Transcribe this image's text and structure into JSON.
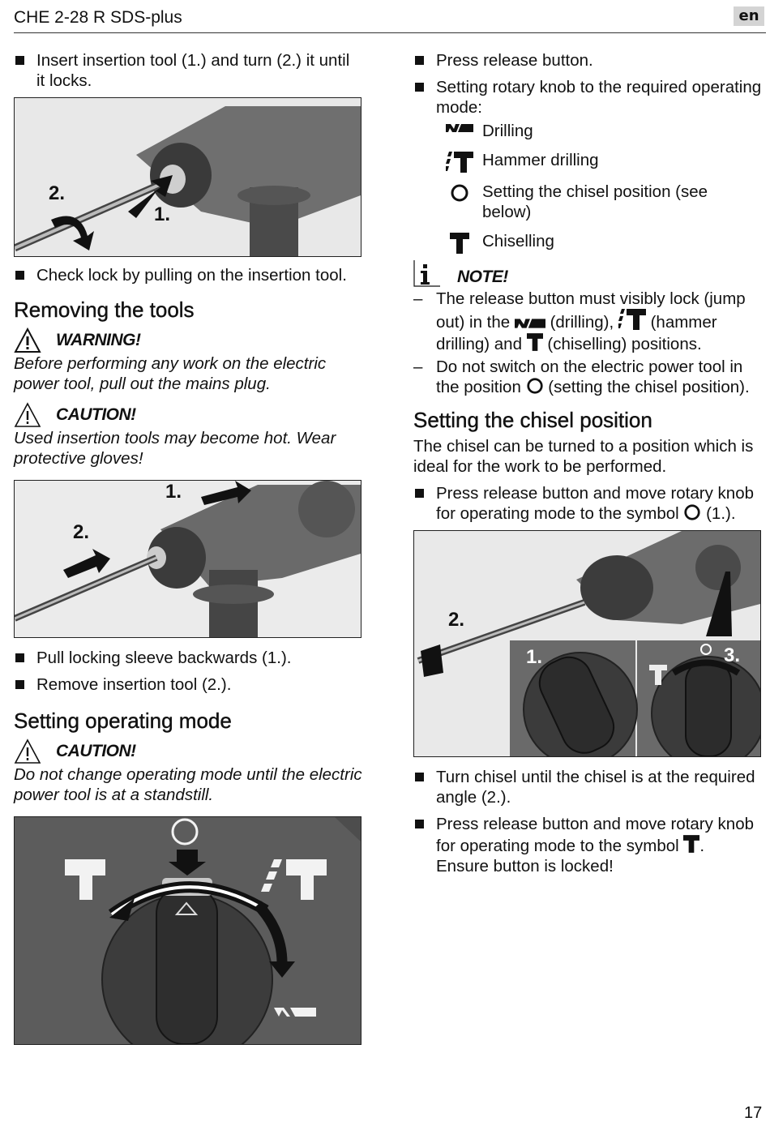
{
  "header": {
    "title": "CHE 2-28 R SDS-plus",
    "lang": "en"
  },
  "left": {
    "insert_bullet": "Insert insertion tool (1.) and turn (2.) it until it locks.",
    "fig1_labels": {
      "step1": "1.",
      "step2": "2."
    },
    "check_bullet": "Check lock by pulling on the insertion tool.",
    "removing": {
      "heading": "Removing the tools",
      "warning_label": "WARNING!",
      "warning_text": "Before performing any work on the electric power tool, pull out the mains plug.",
      "caution_label": "CAUTION!",
      "caution_text": "Used insertion tools may become hot. Wear protective gloves!",
      "fig_labels": {
        "step1": "1.",
        "step2": "2."
      },
      "bullet1": "Pull locking sleeve backwards (1.).",
      "bullet2": "Remove insertion tool (2.)."
    },
    "operating": {
      "heading": "Setting operating mode",
      "caution_label": "CAUTION!",
      "caution_text": "Do not change operating mode until the electric power tool is at a standstill."
    }
  },
  "right": {
    "press_bullet": "Press release button.",
    "knob_bullet": "Setting rotary knob to the required operating mode:",
    "modes": [
      {
        "icon": "drilling-icon",
        "label": "Drilling"
      },
      {
        "icon": "hammer-drilling-icon",
        "label": "Hammer drilling"
      },
      {
        "icon": "chisel-position-icon",
        "label": "Setting the chisel position (see below)"
      },
      {
        "icon": "chiselling-icon",
        "label": "Chiselling"
      }
    ],
    "note_label": "NOTE!",
    "note_dash1": {
      "t1": "The release button must visibly lock (jump out) in the",
      "t2": "(drilling),",
      "t3": "(hammer drilling) and",
      "t4": "(chiselling) positions."
    },
    "note_dash2": {
      "t1": "Do not switch on the electric power tool in the position",
      "t2": "(setting the chisel position)."
    },
    "chisel": {
      "heading": "Setting the chisel position",
      "para": "The chisel can be turned to a position which is ideal for the work to be performed.",
      "bullet1_a": "Press release button and move rotary knob for operating mode to the symbol",
      "bullet1_b": "(1.).",
      "fig_labels": {
        "step1": "1.",
        "step2": "2.",
        "step3": "3."
      },
      "bullet2": "Turn chisel until the chisel is at the required angle (2.).",
      "bullet3_a": "Press release button and move rotary knob for operating mode to the symbol",
      "bullet3_b": ".",
      "bullet3_c": "Ensure button is locked!"
    }
  },
  "page_number": "17"
}
